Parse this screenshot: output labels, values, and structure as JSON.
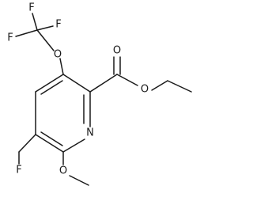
{
  "atoms": {
    "f_top": "F",
    "f_left": "F",
    "f_mid": "F",
    "o_ether": "O",
    "o_carbonyl": "O",
    "o_ester": "O",
    "n_ring": "N",
    "f_ch2": "F",
    "o_methoxy": "O"
  }
}
